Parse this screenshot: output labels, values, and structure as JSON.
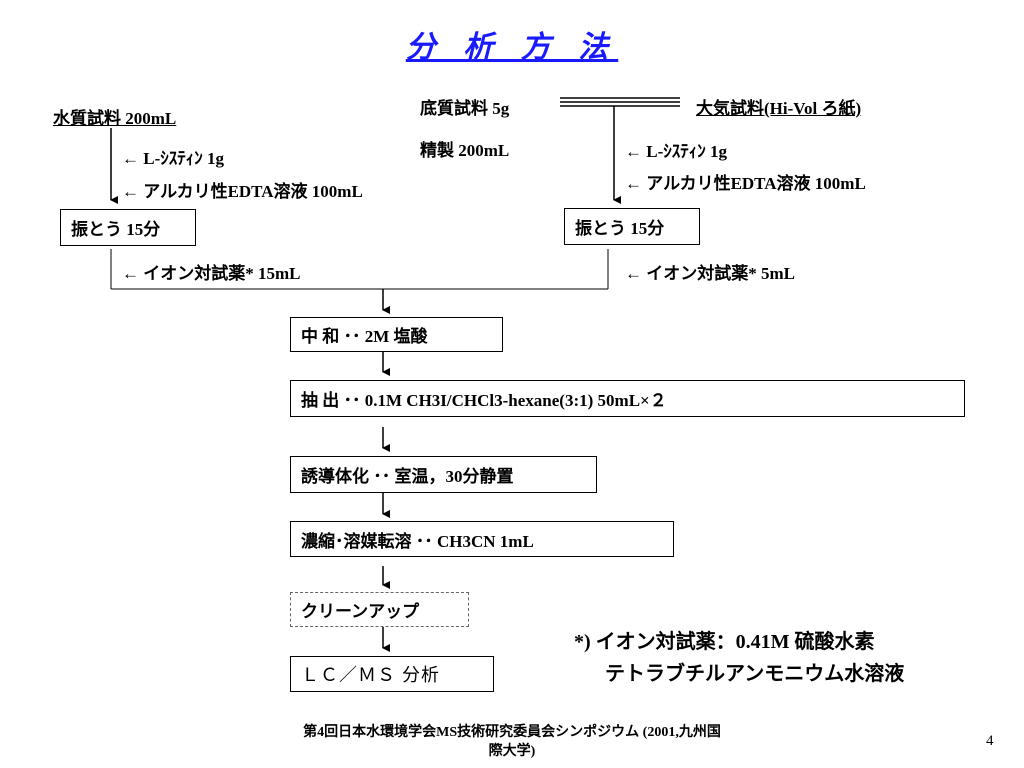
{
  "title": "分 析 方 法",
  "left": {
    "sample": "水質試料  200mL",
    "reagent1": "←  L-ｼｽﾃｨﾝ  1g",
    "reagent2": "← アルカリ性EDTA溶液  100mL",
    "shake": "振とう  15分",
    "ion_pair": "← イオン対試薬*  15mL"
  },
  "right": {
    "sediment": "底質試料 5g",
    "refine": "精製 200mL",
    "air": "大気試料(Hi-Vol ろ紙)",
    "reagent1": "←  L-ｼｽﾃｨﾝ  1g",
    "reagent2": "← アルカリ性EDTA溶液  100mL",
    "shake": "振とう  15分",
    "ion_pair": "← イオン対試薬*  5mL"
  },
  "steps": {
    "neutralize": "中  和 ･･ 2M 塩酸",
    "extract": "抽  出 ･･ 0.1M CH3I/CHCl3-hexane(3:1)  50mL×２",
    "derivatize": "誘導体化 ･･ 室温，30分静置",
    "concentrate": "濃縮･溶媒転溶 ･･ CH3CN 1mL",
    "cleanup": "クリーンアップ",
    "analysis": "ＬＣ／ＭＳ 分析"
  },
  "note": {
    "line1": "*) イオン対試薬：0.41M 硫酸水素",
    "line2": "テトラブチルアンモニウム水溶液"
  },
  "footer": {
    "line1": "第4回日本水環境学会MS技術研究委員会シンポジウム (2001,九州国",
    "line2": "際大学)"
  },
  "page_number": "4"
}
